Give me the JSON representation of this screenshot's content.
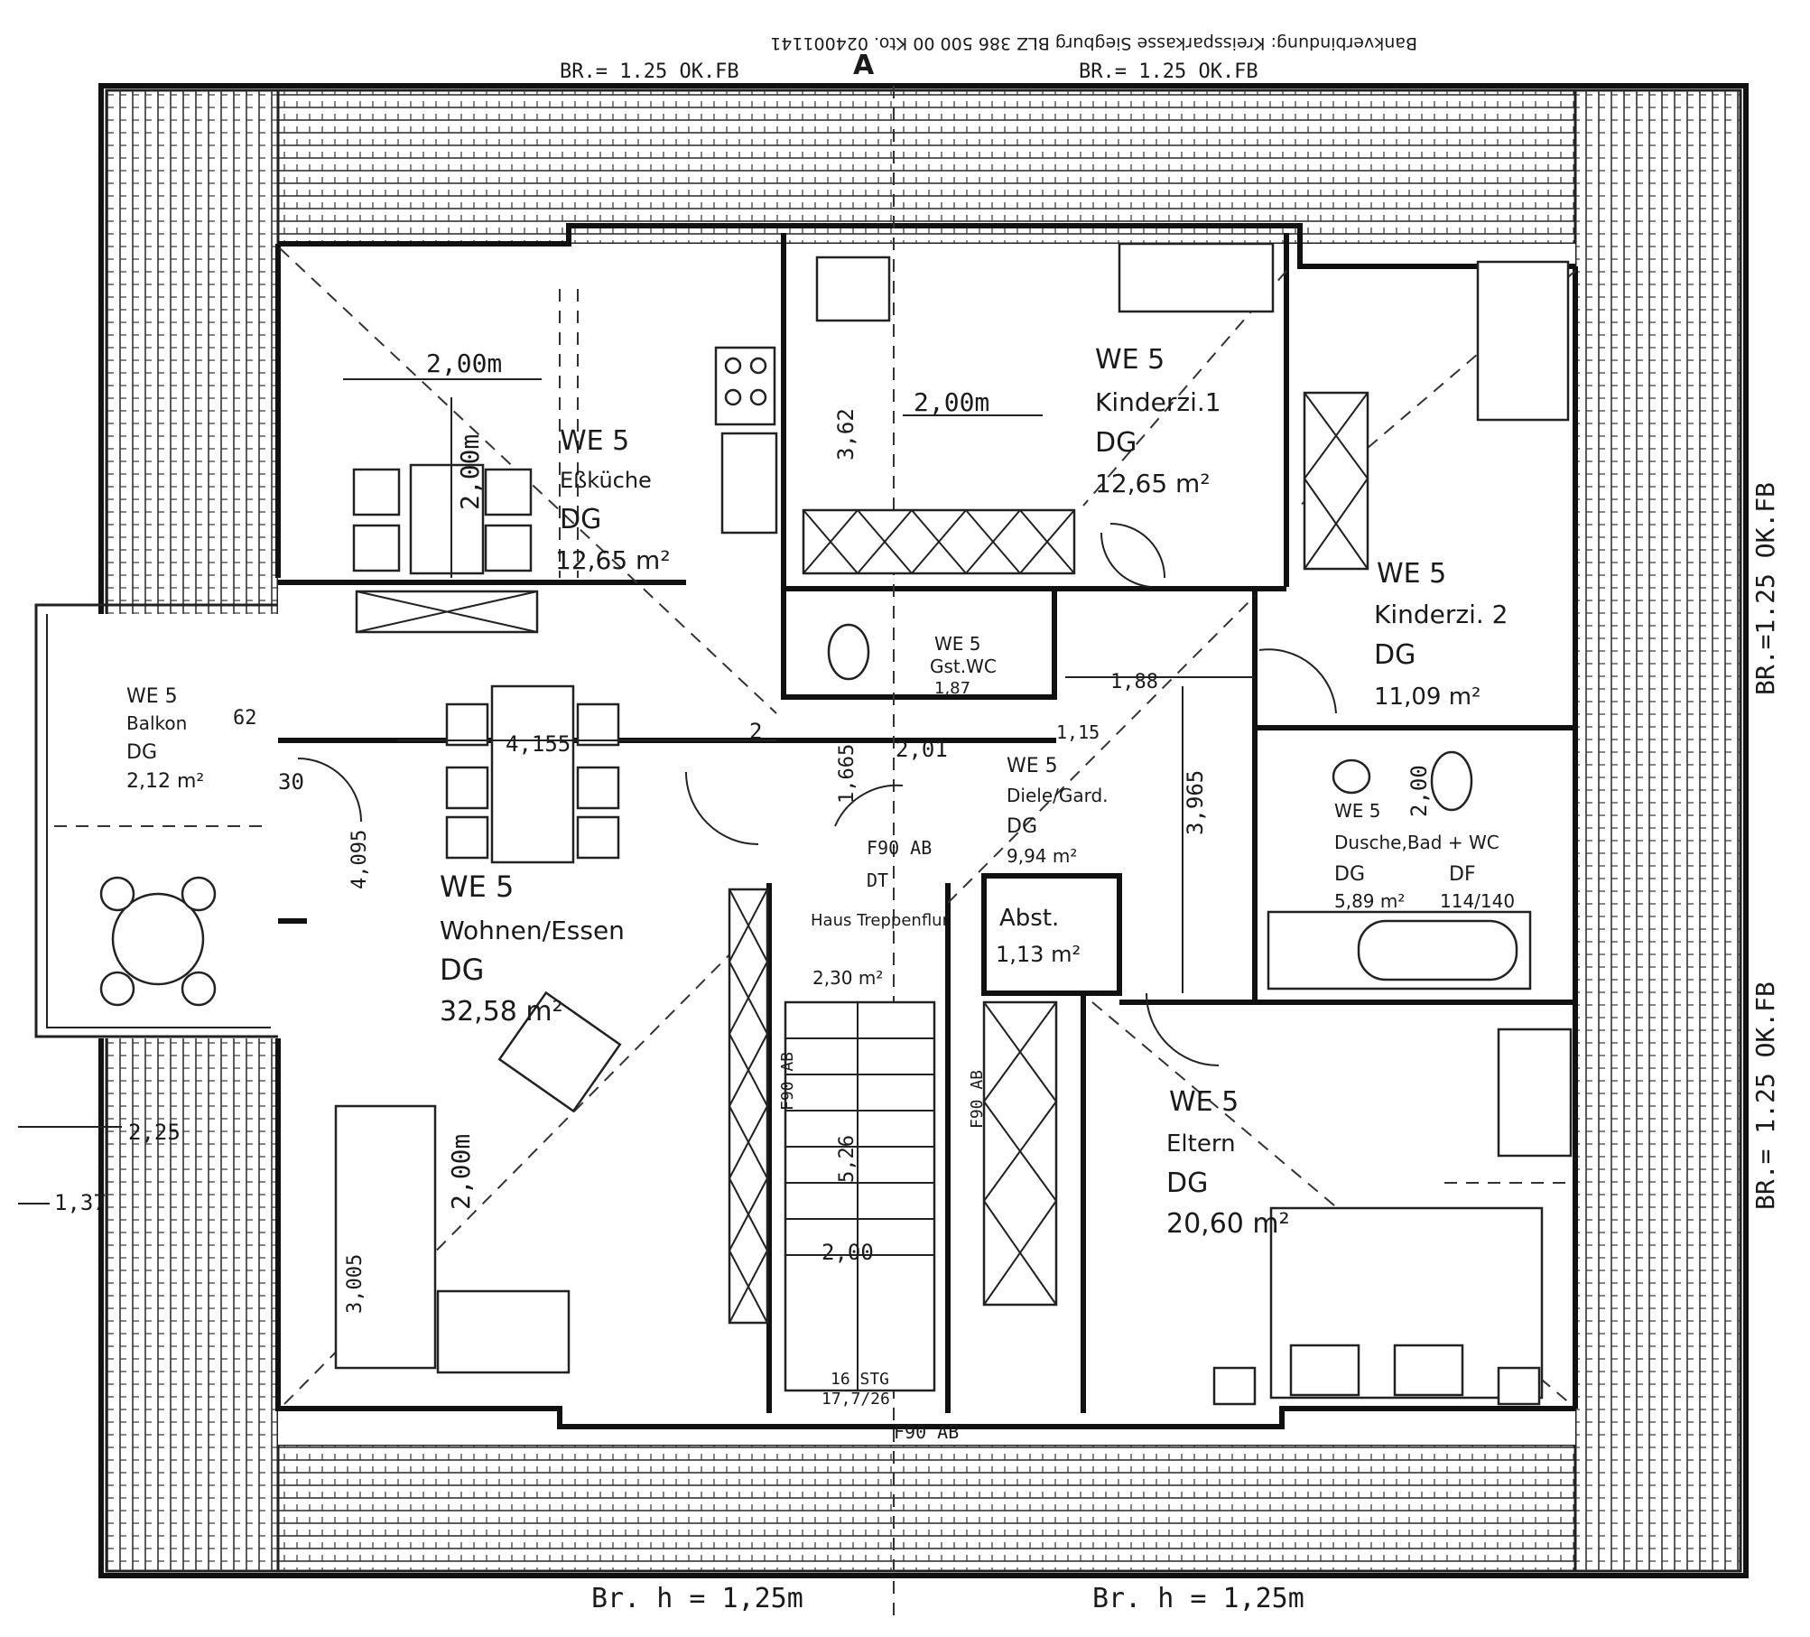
{
  "header": {
    "bank_line": "Bankverbindung: Kreissparkasse Siegburg BLZ 386 500 00 Kto. 024001141",
    "top_left_note": "BR.= 1.25 OK.FB",
    "top_right_note": "BR.= 1.25 OK.FB",
    "section_mark": "A"
  },
  "margins": {
    "right_upper": "BR.=1.25 OK.FB",
    "right_lower": "BR.= 1.25 OK.FB",
    "bottom_left": "Br. h = 1,25m",
    "bottom_right": "Br. h = 1,25m",
    "left_dim_1": "2,25",
    "left_dim_2": "1,37"
  },
  "rooms": {
    "kueche": {
      "unit": "WE 5",
      "name": "Eßküche",
      "level": "DG",
      "area": "12,65 m²"
    },
    "kind1": {
      "unit": "WE 5",
      "name": "Kinderzi.1",
      "level": "DG",
      "area": "12,65 m²"
    },
    "kind2": {
      "unit": "WE 5",
      "name": "Kinderzi. 2",
      "level": "DG",
      "area": "11,09 m²"
    },
    "balkon": {
      "unit": "WE 5",
      "name": "Balkon",
      "level": "DG",
      "area": "2,12 m²"
    },
    "wohnen": {
      "unit": "WE 5",
      "name": "Wohnen/Essen",
      "level": "DG",
      "area": "32,58 m²"
    },
    "wc": {
      "unit": "WE 5",
      "name": "Gst.WC",
      "area": "1,87"
    },
    "diele": {
      "unit": "WE 5",
      "name": "Diele/Gard.",
      "level": "DG",
      "area": "9,94 m²"
    },
    "abst": {
      "name": "Abst.",
      "area": "1,13 m²"
    },
    "treppe": {
      "name": "Haus Treppenflur",
      "area": "2,30 m²"
    },
    "bad": {
      "unit": "WE 5",
      "name": "Dusche,Bad + WC",
      "level": "DG",
      "area": "5,89 m²",
      "df": "DF",
      "df_size": "114/140"
    },
    "eltern": {
      "unit": "WE 5",
      "name": "Eltern",
      "level": "DG",
      "area": "20,60 m²"
    }
  },
  "dimensions": {
    "d200_a": "2,00m",
    "d200_b": "2,00m",
    "d200_c": "2,00m",
    "d200_d": "2,00m",
    "d200_e": "2,00",
    "d200_f": "2,00",
    "d362": "3,62",
    "d188": "1,88",
    "d4155": "4,155",
    "d62": "62",
    "d30": "30",
    "d4095": "4,095",
    "d1665": "1,665",
    "d2": "2",
    "d201": "2,01",
    "d115": "1,15",
    "d3965": "3,965",
    "d3005": "3,005",
    "d526": "5,26",
    "d2_00": "2,00",
    "stg": "16 STG",
    "stg_dim": "17,7/26",
    "f90_1": "F90 AB",
    "f90_2": "F90 AB",
    "f90_3": "F90 AB",
    "f90_4": "F90 AB",
    "dt": "DT"
  }
}
